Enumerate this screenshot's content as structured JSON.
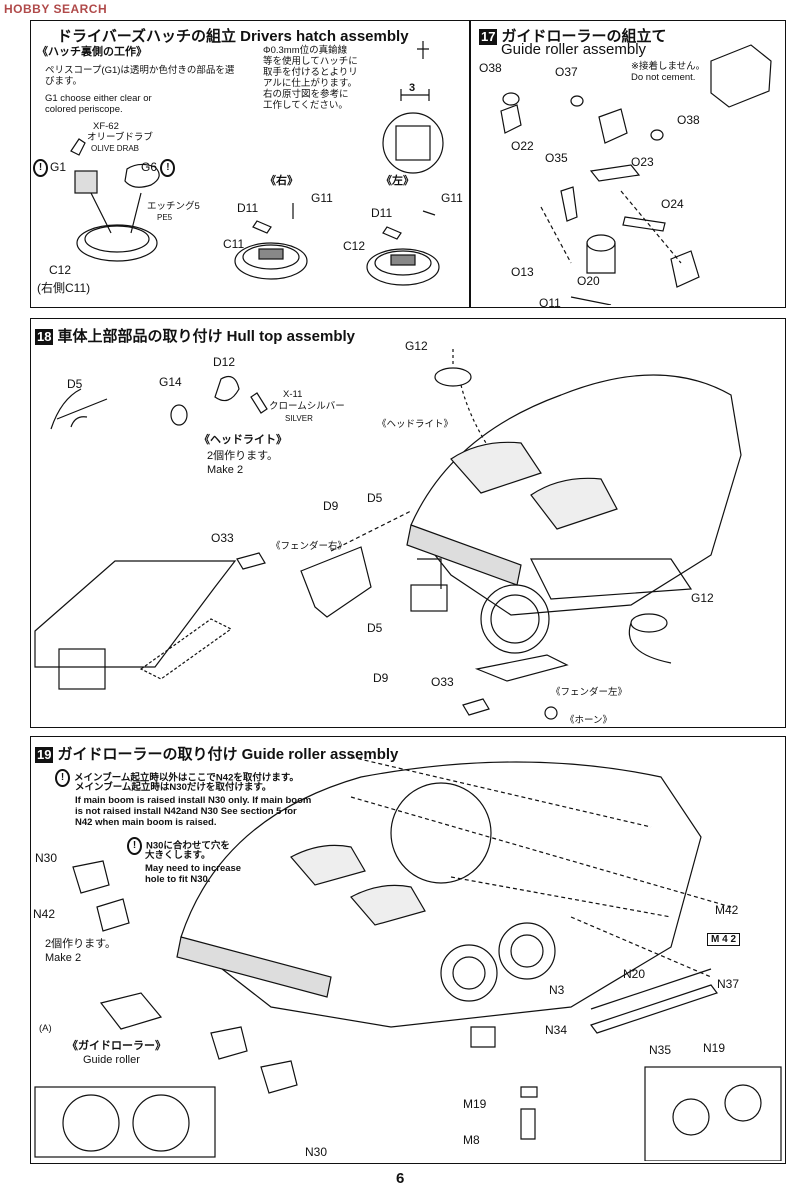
{
  "watermark": "HOBBY SEARCH",
  "page_number": "6",
  "step16": {
    "title": "ドライバーズハッチの組立 Drivers hatch assembly",
    "inner_title": "《ハッチ裏側の工作》",
    "periscope_jp": "ペリスコープ(G1)は透明か色付きの部品を選びます。",
    "periscope_en1": "G1 choose either clear or",
    "periscope_en2": "colored periscope.",
    "handle_note1": "Φ0.3mm位の真鍮線",
    "handle_note2": "等を使用してハッチに",
    "handle_note3": "取手を付けるとよりリ",
    "handle_note4": "アルに仕上がります。",
    "handle_note5": "右の原寸図を参考に",
    "handle_note6": "工作してください。",
    "dimension": "3",
    "paint_code": "XF-62",
    "paint_jp": "オリーブドラブ",
    "paint_en": "OLIVE DRAB",
    "etching_jp": "エッチング5",
    "etching_en": "PE5",
    "right_label": "《右》",
    "left_label": "《左》",
    "parts": {
      "g1": "G1",
      "g6": "G6",
      "c12": "C12",
      "c12_note": "(右側C11)",
      "d11_r": "D11",
      "g11_r": "G11",
      "c11": "C11",
      "d11_l": "D11",
      "g11_l": "G11",
      "c12_l": "C12"
    }
  },
  "step17": {
    "number": "17",
    "title_jp": "ガイドローラーの組立て",
    "title_en": "Guide roller assembly",
    "note_jp": "※接着しません。",
    "note_en": "Do not cement.",
    "parts": {
      "o38a": "O38",
      "o37": "O37",
      "o38b": "O38",
      "o22": "O22",
      "o35": "O35",
      "o23": "O23",
      "o24": "O24",
      "o13": "O13",
      "o20": "O20",
      "o11": "O11"
    }
  },
  "step18": {
    "number": "18",
    "title": "車体上部部品の取り付け Hull top assembly",
    "headlight_jp": "《ヘッドライト》",
    "headlight_make_jp": "2個作ります。",
    "headlight_make_en": "Make 2",
    "headlight_label": "《ヘッドライト》",
    "paint_code": "X-11",
    "paint_jp": "クロームシルバー",
    "paint_en": "SILVER",
    "fender_r": "《フェンダー右》",
    "fender_l": "《フェンダー左》",
    "horn": "《ホーン》",
    "parts": {
      "d5a": "D5",
      "d12": "D12",
      "g14": "G14",
      "g12a": "G12",
      "d9a": "D9",
      "d5b": "D5",
      "o33a": "O33",
      "g12b": "G12",
      "d5c": "D5",
      "d9b": "D9",
      "o33b": "O33"
    }
  },
  "step19": {
    "number": "19",
    "title": "ガイドローラーの取り付け Guide roller assembly",
    "note_jp1": "メインブーム起立時以外はここでN42を取付けます。",
    "note_jp2": "メインブーム起立時はN30だけを取付けます。",
    "note_en1": "If main boom is raised install N30 only. If main boom",
    "note_en2": "is not raised install N42and N30 See section 5 for",
    "note_en3": "N42 when main boom is raised.",
    "hole_jp1": "N30に合わせて穴を",
    "hole_jp2": "大きくします。",
    "hole_en1": "May need to increase",
    "hole_en2": "hole to fit N30.",
    "make_jp": "2個作ります。",
    "make_en": "Make 2",
    "marker_a": "(A)",
    "guide_jp": "《ガイドローラー》",
    "guide_en": "Guide roller",
    "stamp": "M 4 2",
    "parts": {
      "n30a": "N30",
      "n42": "N42",
      "m42": "M42",
      "n20": "N20",
      "n3": "N3",
      "n37": "N37",
      "n34": "N34",
      "n35": "N35",
      "n19": "N19",
      "m19": "M19",
      "m8": "M8",
      "n30b": "N30"
    }
  }
}
